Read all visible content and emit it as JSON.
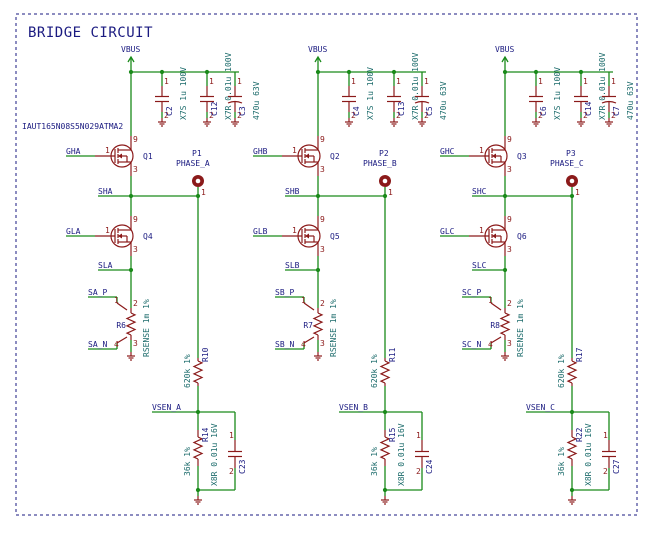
{
  "sheet": {
    "title": "BRIDGE CIRCUIT"
  },
  "colors": {
    "wire": "#1a8a1a",
    "part": "#8b1a1a",
    "label": "#1a1a80",
    "value": "#1a6a6a",
    "frame": "#1a1a80"
  },
  "transistor_part_number": "IAUT165N08S5N029ATMA2",
  "phases": [
    {
      "vbus": "VBUS",
      "gate_high": "GHA",
      "gate_low": "GLA",
      "switch_node": "SHA",
      "source_low": "SLA",
      "sense_p": "SA_P",
      "sense_n": "SA_N",
      "vsen": "VSEN_A",
      "q_high": "Q1",
      "q_low": "Q4",
      "connector_ref": "P1",
      "connector_name": "PHASE_A",
      "caps": [
        {
          "ref": "C2",
          "value": "X7S 1u 100V"
        },
        {
          "ref": "C12",
          "value": "X7R 0.01u 100V"
        },
        {
          "ref": "C3",
          "value": "470u 63V"
        }
      ],
      "shunt_ref": "R6",
      "shunt_value": "RSENSE 1m 1%",
      "divider_top_ref": "R10",
      "divider_top_value": "620k 1%",
      "divider_bot_ref": "R14",
      "divider_bot_value": "36k 1%",
      "filter_cap_ref": "C23",
      "filter_cap_value": "X8R 0.01u 16V"
    },
    {
      "vbus": "VBUS",
      "gate_high": "GHB",
      "gate_low": "GLB",
      "switch_node": "SHB",
      "source_low": "SLB",
      "sense_p": "SB_P",
      "sense_n": "SB_N",
      "vsen": "VSEN_B",
      "q_high": "Q2",
      "q_low": "Q5",
      "connector_ref": "P2",
      "connector_name": "PHASE_B",
      "caps": [
        {
          "ref": "C4",
          "value": "X7S 1u 100V"
        },
        {
          "ref": "C13",
          "value": "X7R 0.01u 100V"
        },
        {
          "ref": "C5",
          "value": "470u 63V"
        }
      ],
      "shunt_ref": "R7",
      "shunt_value": "RSENSE 1m 1%",
      "divider_top_ref": "R11",
      "divider_top_value": "620k 1%",
      "divider_bot_ref": "R15",
      "divider_bot_value": "36k 1%",
      "filter_cap_ref": "C24",
      "filter_cap_value": "X8R 0.01u 16V"
    },
    {
      "vbus": "VBUS",
      "gate_high": "GHC",
      "gate_low": "GLC",
      "switch_node": "SHC",
      "source_low": "SLC",
      "sense_p": "SC_P",
      "sense_n": "SC_N",
      "vsen": "VSEN_C",
      "q_high": "Q3",
      "q_low": "Q6",
      "connector_ref": "P3",
      "connector_name": "PHASE_C",
      "caps": [
        {
          "ref": "C6",
          "value": "X7S 1u 100V"
        },
        {
          "ref": "C14",
          "value": "X7R 0.01u 100V"
        },
        {
          "ref": "C7",
          "value": "470u 63V"
        }
      ],
      "shunt_ref": "R8",
      "shunt_value": "RSENSE 1m 1%",
      "divider_top_ref": "R17",
      "divider_top_value": "620k 1%",
      "divider_bot_ref": "R22",
      "divider_bot_value": "36k 1%",
      "filter_cap_ref": "C27",
      "filter_cap_value": "X8R 0.01u 16V"
    }
  ]
}
